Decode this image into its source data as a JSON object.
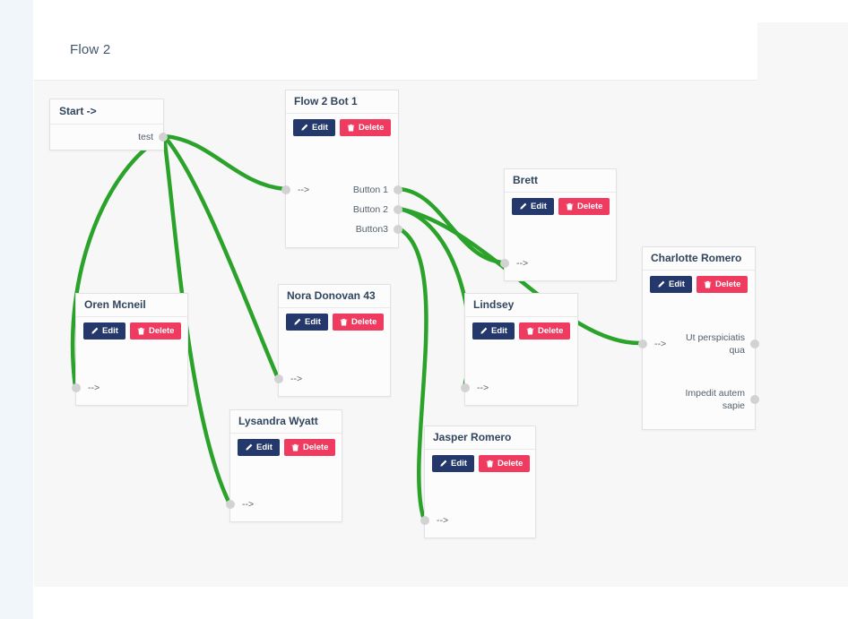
{
  "header": {
    "title": "Flow 2"
  },
  "labels": {
    "edit": "Edit",
    "delete": "Delete"
  },
  "colors": {
    "connection": "#2ba32b",
    "edit_button": "#24386b",
    "delete_button": "#ee3b5f",
    "canvas_background": "#f7f7f8",
    "node_background": "#fcfcfc"
  },
  "nodes": {
    "start": {
      "title": "Start ->",
      "output": "test"
    },
    "bot1": {
      "title": "Flow 2 Bot 1",
      "input": "-->",
      "outputs": [
        "Button 1",
        "Button 2",
        "Button3"
      ]
    },
    "brett": {
      "title": "Brett",
      "input": "-->"
    },
    "charlotte": {
      "title": "Charlotte Romero",
      "input": "-->",
      "outputs": [
        "Ut perspiciatis qua",
        "Impedit autem sapie"
      ]
    },
    "oren": {
      "title": "Oren Mcneil",
      "input": "-->"
    },
    "nora": {
      "title": "Nora Donovan 43",
      "input": "-->"
    },
    "lindsey": {
      "title": "Lindsey",
      "input": "-->"
    },
    "lysandra": {
      "title": "Lysandra Wyatt",
      "input": "-->"
    },
    "jasper": {
      "title": "Jasper Romero",
      "input": "-->"
    }
  },
  "connections": [
    {
      "from": "Start:test",
      "to": "Flow 2 Bot 1:input"
    },
    {
      "from": "Start:test",
      "to": "Oren Mcneil:input"
    },
    {
      "from": "Start:test",
      "to": "Nora Donovan 43:input"
    },
    {
      "from": "Start:test",
      "to": "Lysandra Wyatt:input"
    },
    {
      "from": "Flow 2 Bot 1:Button 1",
      "to": "Brett:input"
    },
    {
      "from": "Flow 2 Bot 1:Button 2",
      "to": "Lindsey:input"
    },
    {
      "from": "Flow 2 Bot 1:Button 2",
      "to": "Charlotte Romero:input"
    },
    {
      "from": "Flow 2 Bot 1:Button3",
      "to": "Jasper Romero:input"
    }
  ]
}
